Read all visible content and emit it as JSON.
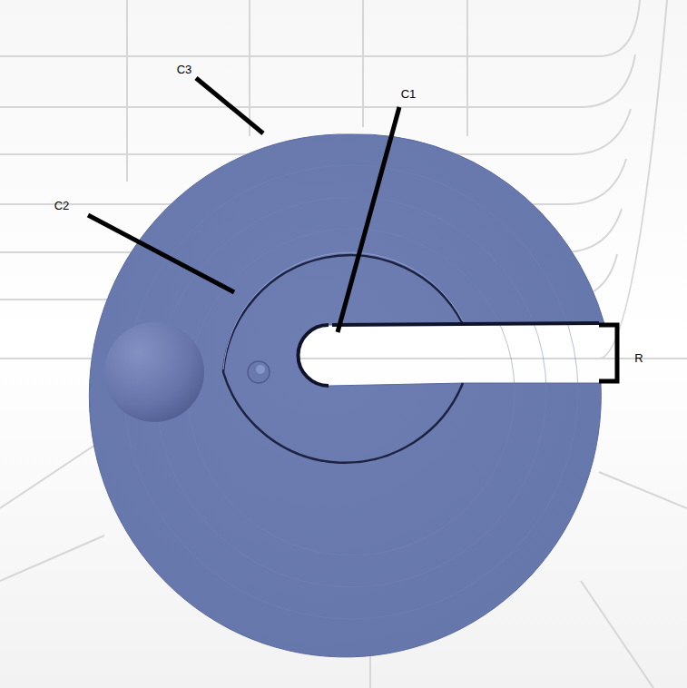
{
  "diagram": {
    "labels": [
      "C3",
      "C1",
      "C2",
      "R"
    ]
  }
}
